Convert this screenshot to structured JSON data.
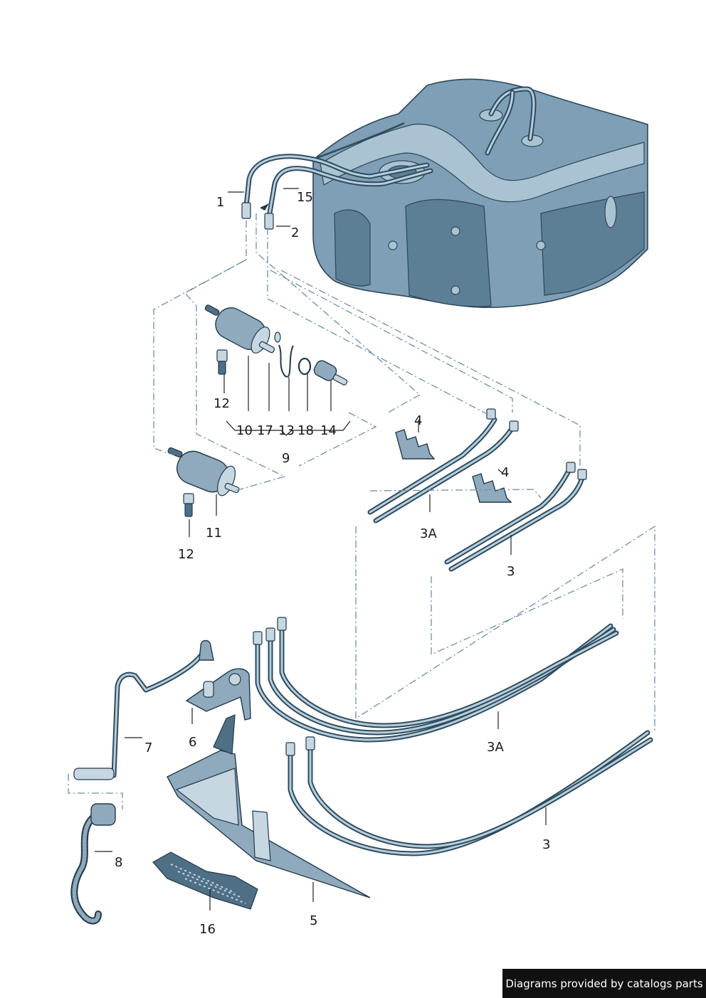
{
  "callouts": {
    "c1": "1",
    "c2": "2",
    "c15": "15",
    "c12a": "12",
    "c10": "10",
    "c17": "17",
    "c13": "13",
    "c18": "18",
    "c14": "14",
    "c9": "9",
    "c11": "11",
    "c12b": "12",
    "c4a": "4",
    "c4b": "4",
    "c3Aa": "3A",
    "c3a": "3",
    "c7": "7",
    "c6": "6",
    "c8": "8",
    "c3Ab": "3A",
    "c5": "5",
    "c3b": "3",
    "c16": "16"
  },
  "credit": "Diagrams provided by catalogs parts",
  "colors": {
    "part_fill": "#8faabd",
    "part_outline": "#22384a",
    "assembly_dash": "#6f8fa3",
    "credit_bg": "#111111"
  }
}
